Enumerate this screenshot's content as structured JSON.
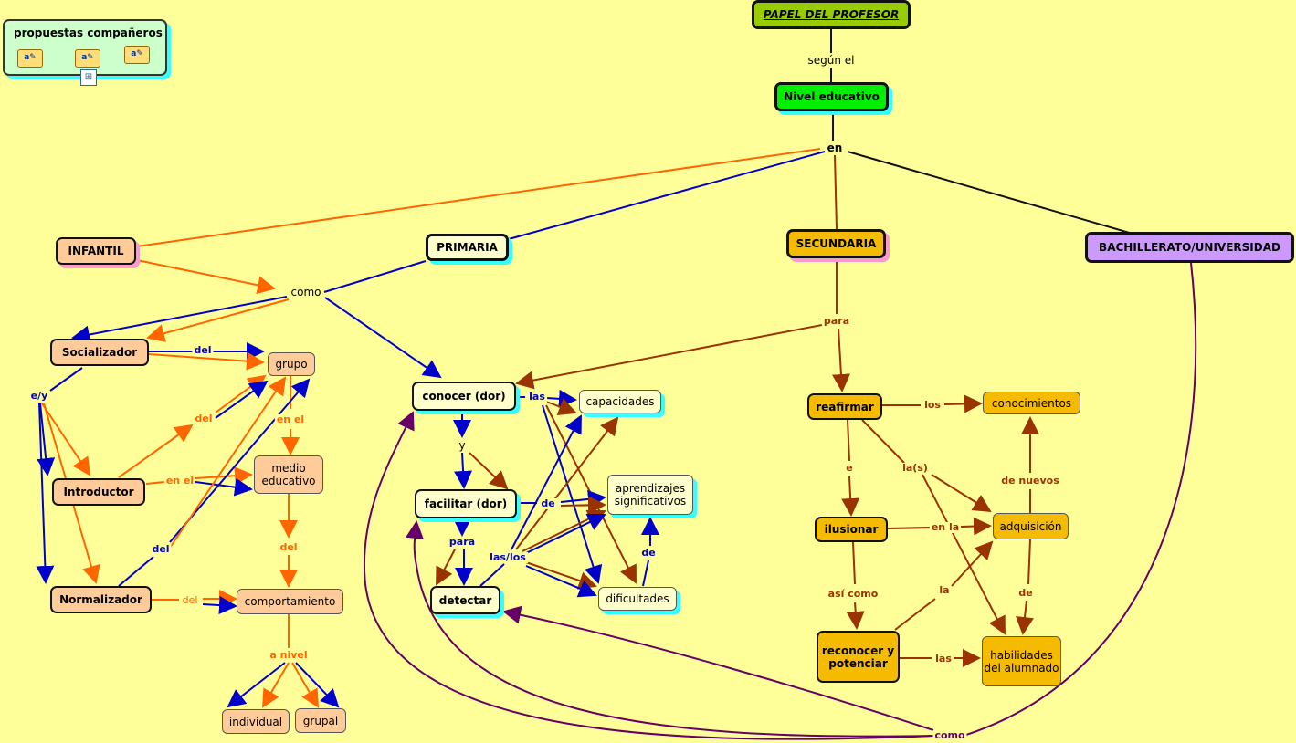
{
  "title": "PAPEL DEL PROFESOR",
  "legend": {
    "title": "propuestas compañeros",
    "resource_icons": [
      "note-icon",
      "note-icon",
      "note-icon"
    ],
    "map_icon": "concept-map-icon"
  },
  "nodes": {
    "nivel": "Nivel educativo",
    "infantil": "INFANTIL",
    "primaria": "PRIMARIA",
    "secundaria": "SECUNDARIA",
    "bachillerato": "BACHILLERATO/UNIVERSIDAD",
    "socializador": "Socializador",
    "introductor": "Introductor",
    "normalizador": "Normalizador",
    "grupo": "grupo",
    "medio": "medio educativo",
    "comportamiento": "comportamiento",
    "individual": "individual",
    "grupal": "grupal",
    "conocer": "conocer (dor)",
    "facilitar": "facilitar (dor)",
    "detectar": "detectar",
    "capacidades": "capacidades",
    "aprendizajes": "aprendizajes significativos",
    "dificultades": "dificultades",
    "reafirmar": "reafirmar",
    "ilusionar": "ilusionar",
    "reconocer": "reconocer y potenciar",
    "conocimientos": "conocimientos",
    "adquisicion": "adquisición",
    "habilidades": "habilidades del alumnado"
  },
  "links": {
    "segun_el": "según el",
    "en": "en",
    "como_top": "como",
    "para_sec": "para",
    "del_soc": "del",
    "ey": "e/y",
    "del_intro": "del",
    "en_el_intro": "en el",
    "en_el_grupo": "en el",
    "del_medio": "del",
    "del_norm_up": "del",
    "del_norm": "del",
    "a_nivel": "a nivel",
    "y": "y",
    "para_fac": "para",
    "las": "las",
    "de_fac": "de",
    "las_los": "las/los",
    "de_dif": "de",
    "los": "los",
    "e": "e",
    "las_s": "la(s)",
    "de_nuevos": "de nuevos",
    "en_la": "en la",
    "asi_como": "así como",
    "la": "la",
    "de_adq": "de",
    "las_rec": "las",
    "como_bottom": "como"
  },
  "colors": {
    "background": "#ffff99",
    "orange_line": "#ff6600",
    "blue_line": "#0000cc",
    "brown_line": "#993300",
    "purple_line": "#660066",
    "title_fill": "#99cc00",
    "nivel_fill": "#00ee00",
    "bachillerato_fill": "#cc99ff"
  }
}
